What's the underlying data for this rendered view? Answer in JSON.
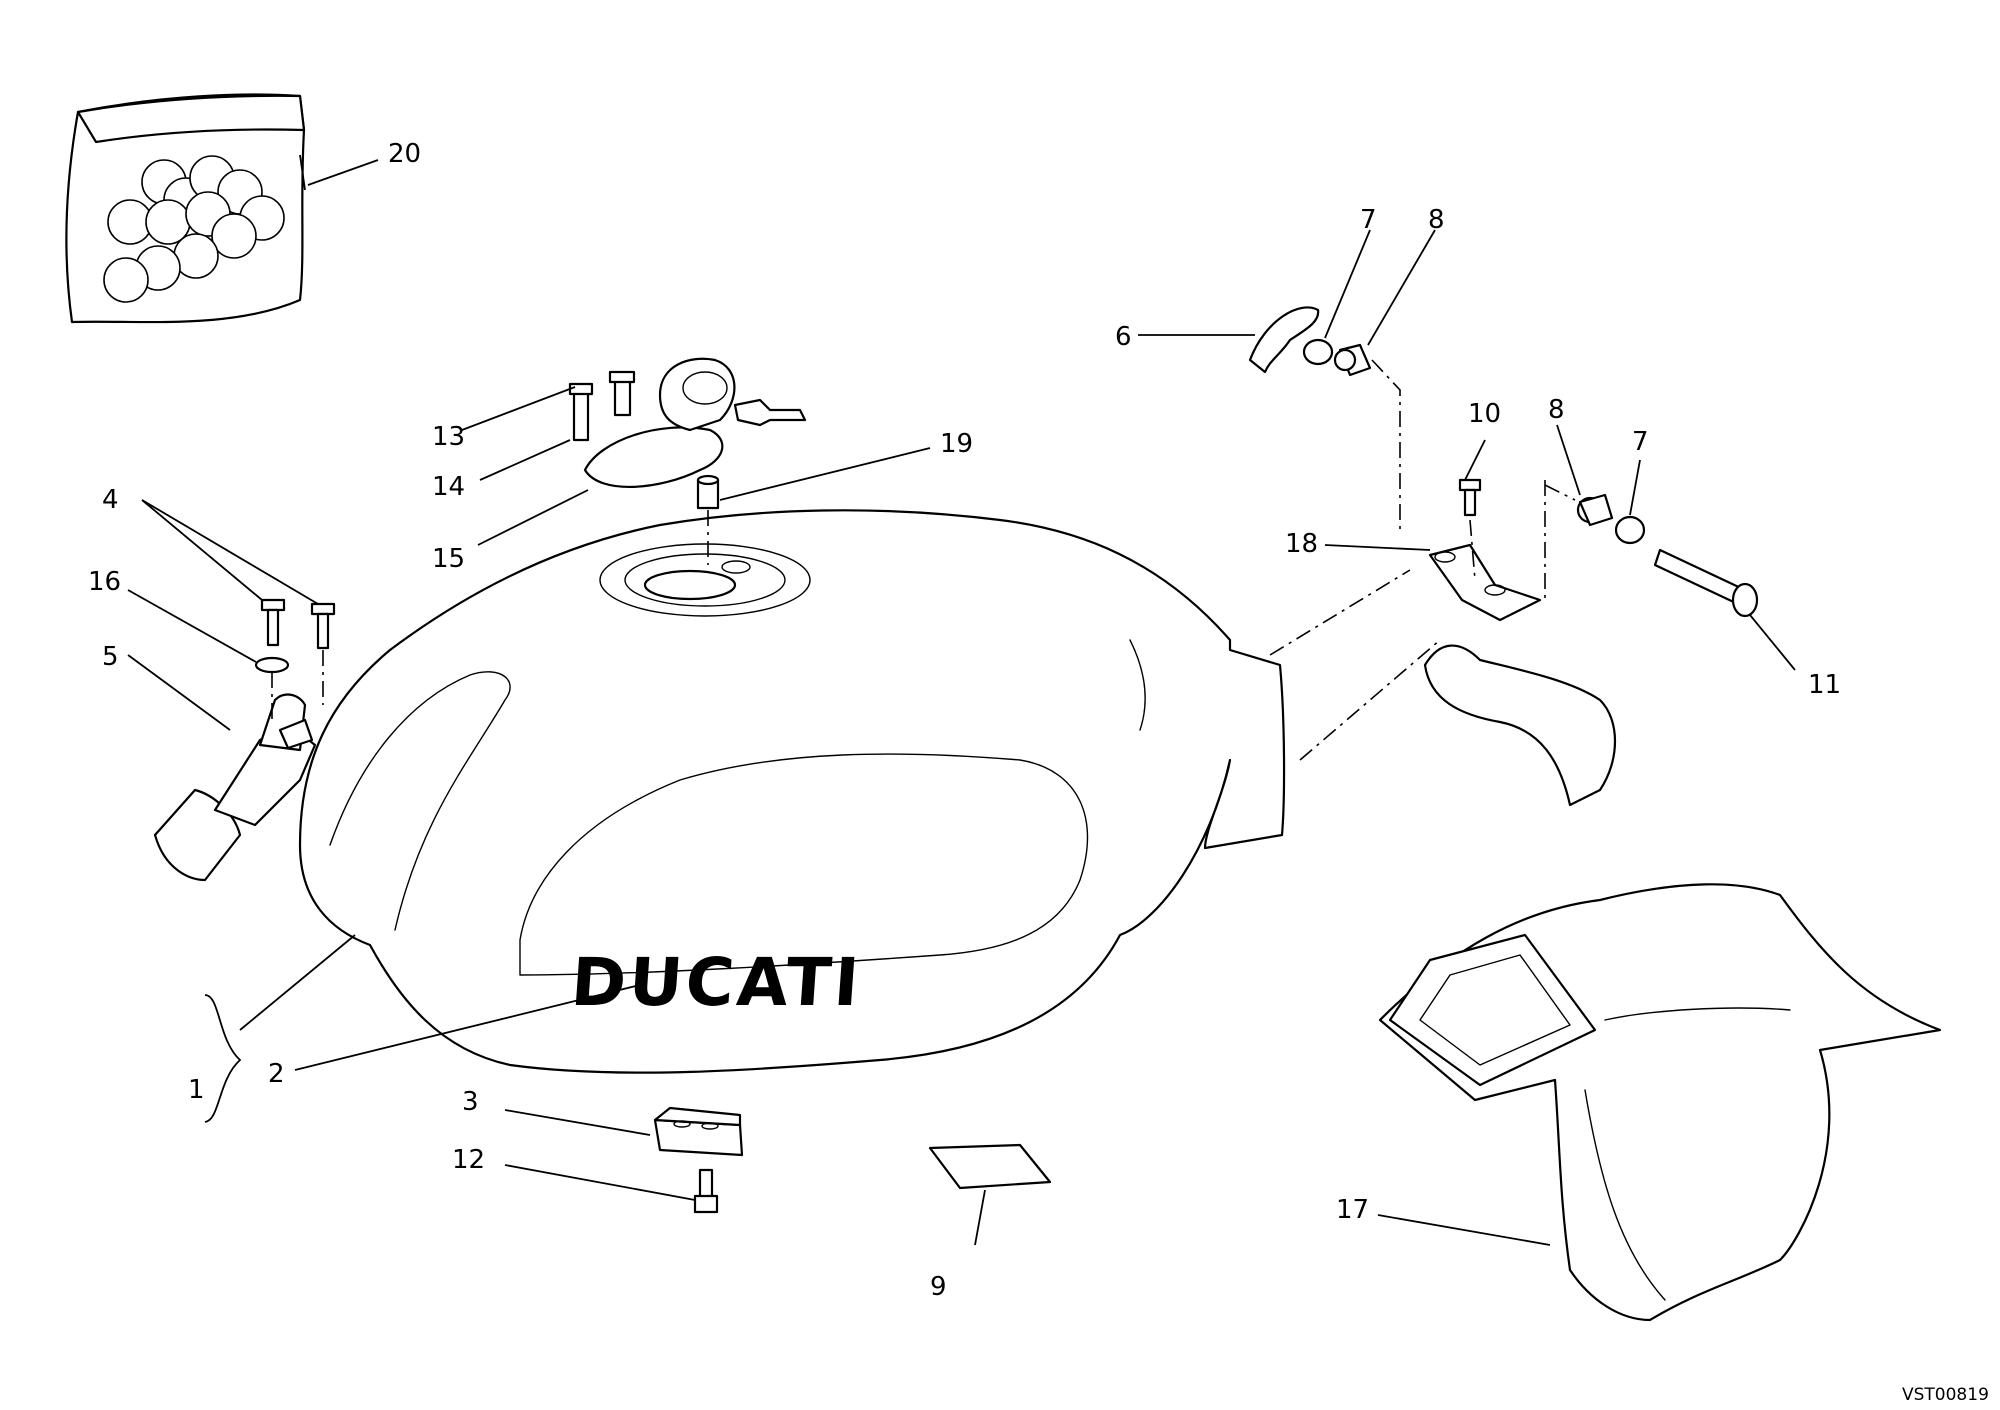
{
  "diagram": {
    "drawing_code": "VST00819",
    "tank_brand_text": "DUCATI",
    "callouts": [
      {
        "id": "1",
        "label": "1"
      },
      {
        "id": "2",
        "label": "2"
      },
      {
        "id": "3",
        "label": "3"
      },
      {
        "id": "4",
        "label": "4"
      },
      {
        "id": "5",
        "label": "5"
      },
      {
        "id": "6",
        "label": "6"
      },
      {
        "id": "7a",
        "label": "7"
      },
      {
        "id": "7b",
        "label": "7"
      },
      {
        "id": "8a",
        "label": "8"
      },
      {
        "id": "8b",
        "label": "8"
      },
      {
        "id": "9",
        "label": "9"
      },
      {
        "id": "10",
        "label": "10"
      },
      {
        "id": "11",
        "label": "11"
      },
      {
        "id": "12",
        "label": "12"
      },
      {
        "id": "13",
        "label": "13"
      },
      {
        "id": "14",
        "label": "14"
      },
      {
        "id": "15",
        "label": "15"
      },
      {
        "id": "16",
        "label": "16"
      },
      {
        "id": "17",
        "label": "17"
      },
      {
        "id": "18",
        "label": "18"
      },
      {
        "id": "19",
        "label": "19"
      },
      {
        "id": "20",
        "label": "20"
      }
    ]
  }
}
